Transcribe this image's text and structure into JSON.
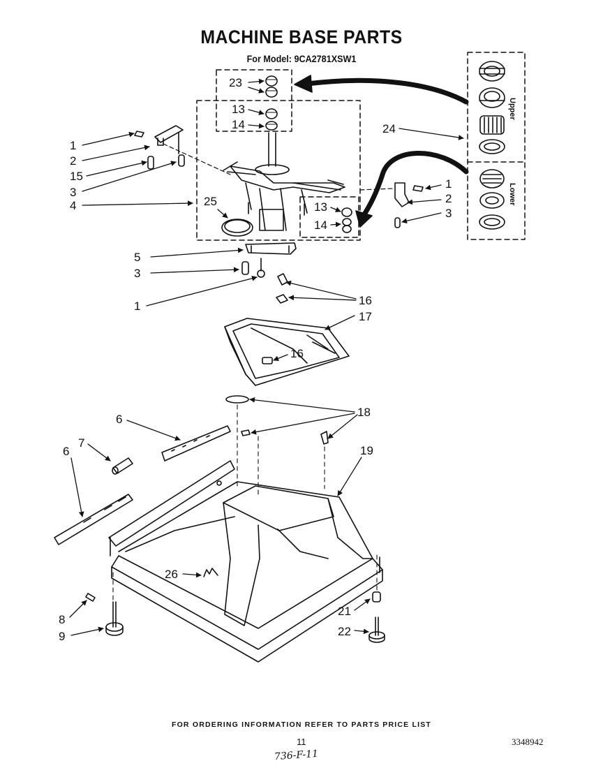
{
  "header": {
    "title": "MACHINE BASE PARTS",
    "subtitle": "For Model: 9CA2781XSW1"
  },
  "footer": {
    "ordering_note": "FOR ORDERING INFORMATION REFER TO PARTS PRICE LIST",
    "page_number": "11",
    "document_number": "3348942",
    "handwritten_note": "736-F-11"
  },
  "bearing_kit": {
    "upper_label": "Upper",
    "lower_label": "Lower"
  },
  "callouts": {
    "c1a": "1",
    "c2a": "2",
    "c15": "15",
    "c3a": "3",
    "c4": "4",
    "c23": "23",
    "c13a": "13",
    "c14a": "14",
    "c24": "24",
    "c25": "25",
    "c1b": "1",
    "c2b": "2",
    "c3b": "3",
    "c13b": "13",
    "c14b": "14",
    "c5": "5",
    "c3c": "3",
    "c1c": "1",
    "c16a": "16",
    "c17": "17",
    "c16b": "16",
    "c6a": "6",
    "c18": "18",
    "c7": "7",
    "c6b": "6",
    "c19": "19",
    "c26": "26",
    "c8": "8",
    "c9": "9",
    "c21": "21",
    "c22": "22"
  }
}
